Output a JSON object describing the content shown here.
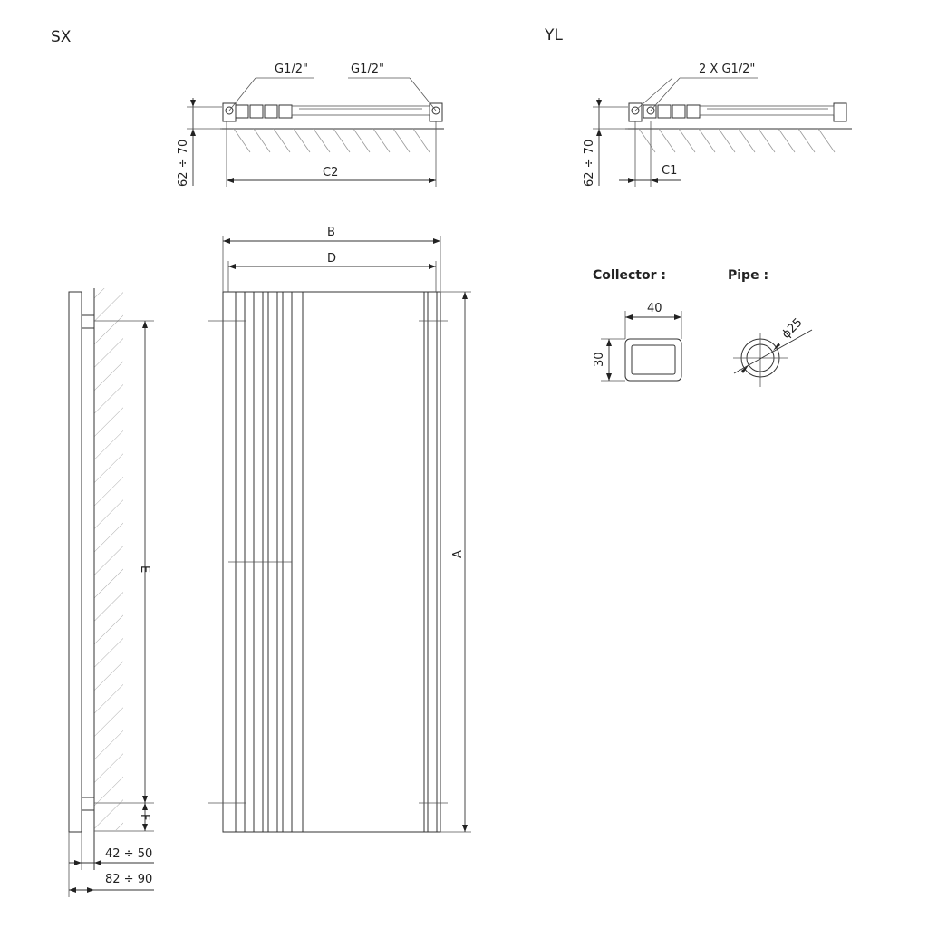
{
  "views": {
    "sx_label": "SX",
    "yl_label": "YL"
  },
  "top_sx": {
    "connection_left": "G1/2\"",
    "connection_right": "G1/2\"",
    "wall_offset": "62 ÷ 70",
    "width_dim": "C2"
  },
  "top_yl": {
    "connection": "2 X G1/2\"",
    "wall_offset": "62 ÷ 70",
    "width_dim": "C1"
  },
  "side": {
    "height_dim": "E",
    "bottom_dim": "F",
    "depth_inner": "42 ÷ 50",
    "depth_outer": "82 ÷ 90"
  },
  "front": {
    "width_outer": "B",
    "width_inner": "D",
    "height": "A"
  },
  "collector": {
    "title": "Collector :",
    "width": "40",
    "height": "30"
  },
  "pipe": {
    "title": "Pipe :",
    "diameter": "ϕ25"
  }
}
